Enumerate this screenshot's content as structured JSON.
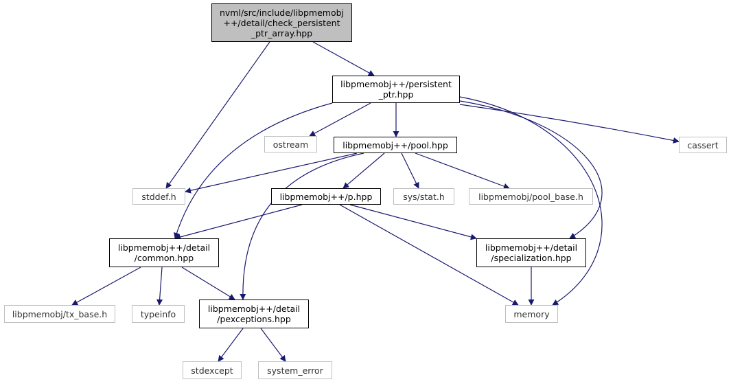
{
  "graph": {
    "nodes": {
      "root": {
        "label": "nvml/src/include/libpmemobj\n++/detail/check_persistent\n_ptr_array.hpp",
        "kind": "root"
      },
      "persistent": {
        "label": "libpmemobj++/persistent\n_ptr.hpp",
        "kind": "dep"
      },
      "pool": {
        "label": "libpmemobj++/pool.hpp",
        "kind": "dep"
      },
      "p": {
        "label": "libpmemobj++/p.hpp",
        "kind": "dep"
      },
      "common": {
        "label": "libpmemobj++/detail\n/common.hpp",
        "kind": "dep"
      },
      "special": {
        "label": "libpmemobj++/detail\n/specialization.hpp",
        "kind": "dep"
      },
      "pexceptions": {
        "label": "libpmemobj++/detail\n/pexceptions.hpp",
        "kind": "dep"
      },
      "ostream": {
        "label": "ostream",
        "kind": "ext"
      },
      "cassert": {
        "label": "cassert",
        "kind": "ext"
      },
      "stddef": {
        "label": "stddef.h",
        "kind": "ext"
      },
      "sysstat": {
        "label": "sys/stat.h",
        "kind": "ext"
      },
      "poolbase": {
        "label": "libpmemobj/pool_base.h",
        "kind": "ext"
      },
      "txbase": {
        "label": "libpmemobj/tx_base.h",
        "kind": "ext"
      },
      "typeinfo": {
        "label": "typeinfo",
        "kind": "ext"
      },
      "memory": {
        "label": "memory",
        "kind": "ext"
      },
      "stdexcept": {
        "label": "stdexcept",
        "kind": "ext"
      },
      "syserror": {
        "label": "system_error",
        "kind": "ext"
      }
    },
    "edges": [
      [
        "root",
        "persistent"
      ],
      [
        "root",
        "stddef"
      ],
      [
        "persistent",
        "ostream"
      ],
      [
        "persistent",
        "pool"
      ],
      [
        "persistent",
        "cassert"
      ],
      [
        "persistent",
        "common"
      ],
      [
        "persistent",
        "special"
      ],
      [
        "persistent",
        "memory"
      ],
      [
        "pool",
        "stddef"
      ],
      [
        "pool",
        "p"
      ],
      [
        "pool",
        "sysstat"
      ],
      [
        "pool",
        "poolbase"
      ],
      [
        "pool",
        "pexceptions"
      ],
      [
        "p",
        "common"
      ],
      [
        "p",
        "special"
      ],
      [
        "p",
        "memory"
      ],
      [
        "common",
        "txbase"
      ],
      [
        "common",
        "typeinfo"
      ],
      [
        "common",
        "pexceptions"
      ],
      [
        "special",
        "memory"
      ],
      [
        "pexceptions",
        "stdexcept"
      ],
      [
        "pexceptions",
        "syserror"
      ]
    ],
    "colors": {
      "edge": "#191970",
      "external_border": "#bfbfbf",
      "root_fill": "#bfbfbf"
    }
  }
}
